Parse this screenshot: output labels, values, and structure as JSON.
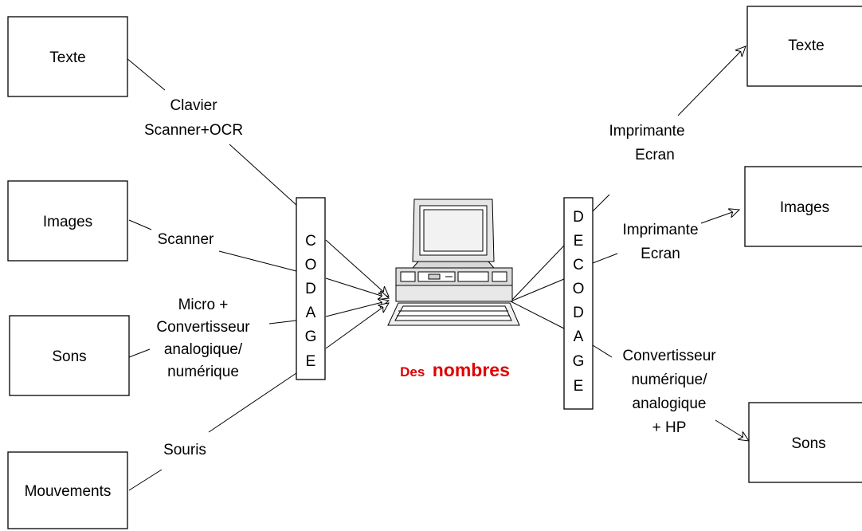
{
  "inputs": {
    "texte": "Texte",
    "images": "Images",
    "sons": "Sons",
    "mouvements": "Mouvements"
  },
  "outputs": {
    "texte": "Texte",
    "images": "Images",
    "sons": "Sons"
  },
  "input_devices": {
    "texte": [
      "Clavier",
      "Scanner+OCR"
    ],
    "images": [
      "Scanner"
    ],
    "sons": [
      "Micro +",
      "Convertisseur",
      "analogique/",
      "numérique"
    ],
    "mouvements": [
      "Souris"
    ]
  },
  "output_devices": {
    "texte": [
      "Imprimante",
      "Ecran"
    ],
    "images": [
      "Imprimante",
      "Ecran"
    ],
    "sons": [
      "Convertisseur",
      "numérique/",
      "analogique",
      "+ HP"
    ]
  },
  "codage": [
    "C",
    "O",
    "D",
    "A",
    "G",
    "E"
  ],
  "decodage": [
    "D",
    "E",
    "C",
    "O",
    "D",
    "A",
    "G",
    "E"
  ],
  "center": {
    "small": "Des",
    "big": "nombres"
  },
  "colors": {
    "accent": "#e00000"
  }
}
